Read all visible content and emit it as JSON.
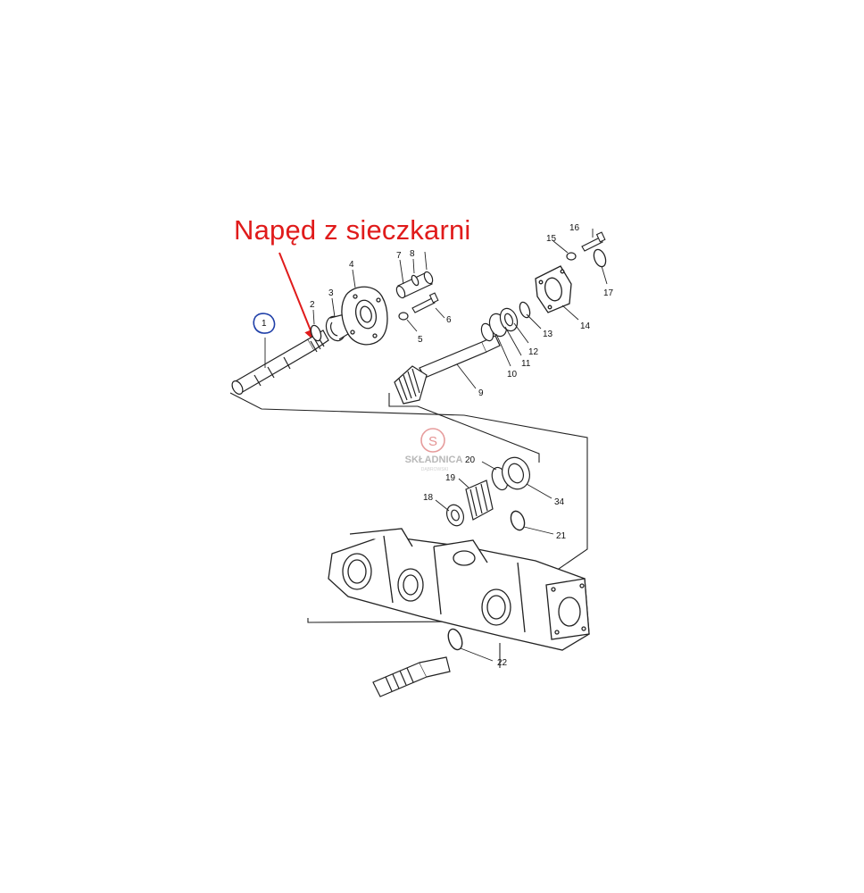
{
  "annotation": {
    "text": "Napęd z sieczkarni",
    "color": "#e01b1b",
    "circle_color": "#1f3fa8"
  },
  "watermark": {
    "name": "SKŁADNICA",
    "sub": "DĄBROWSKI",
    "logo_letter": "S",
    "logo_color": "#d65a5a"
  },
  "part_numbers": {
    "p1": "1",
    "p2": "2",
    "p3": "3",
    "p4": "4",
    "p5": "5",
    "p6": "6",
    "p7": "7",
    "p8": "8",
    "p9": "9",
    "p10": "10",
    "p11": "11",
    "p12": "12",
    "p13": "13",
    "p14": "14",
    "p15": "15",
    "p16": "16",
    "p17": "17",
    "p18": "18",
    "p19": "19",
    "p20": "20",
    "p21": "21",
    "p22": "22",
    "p34": "34"
  }
}
